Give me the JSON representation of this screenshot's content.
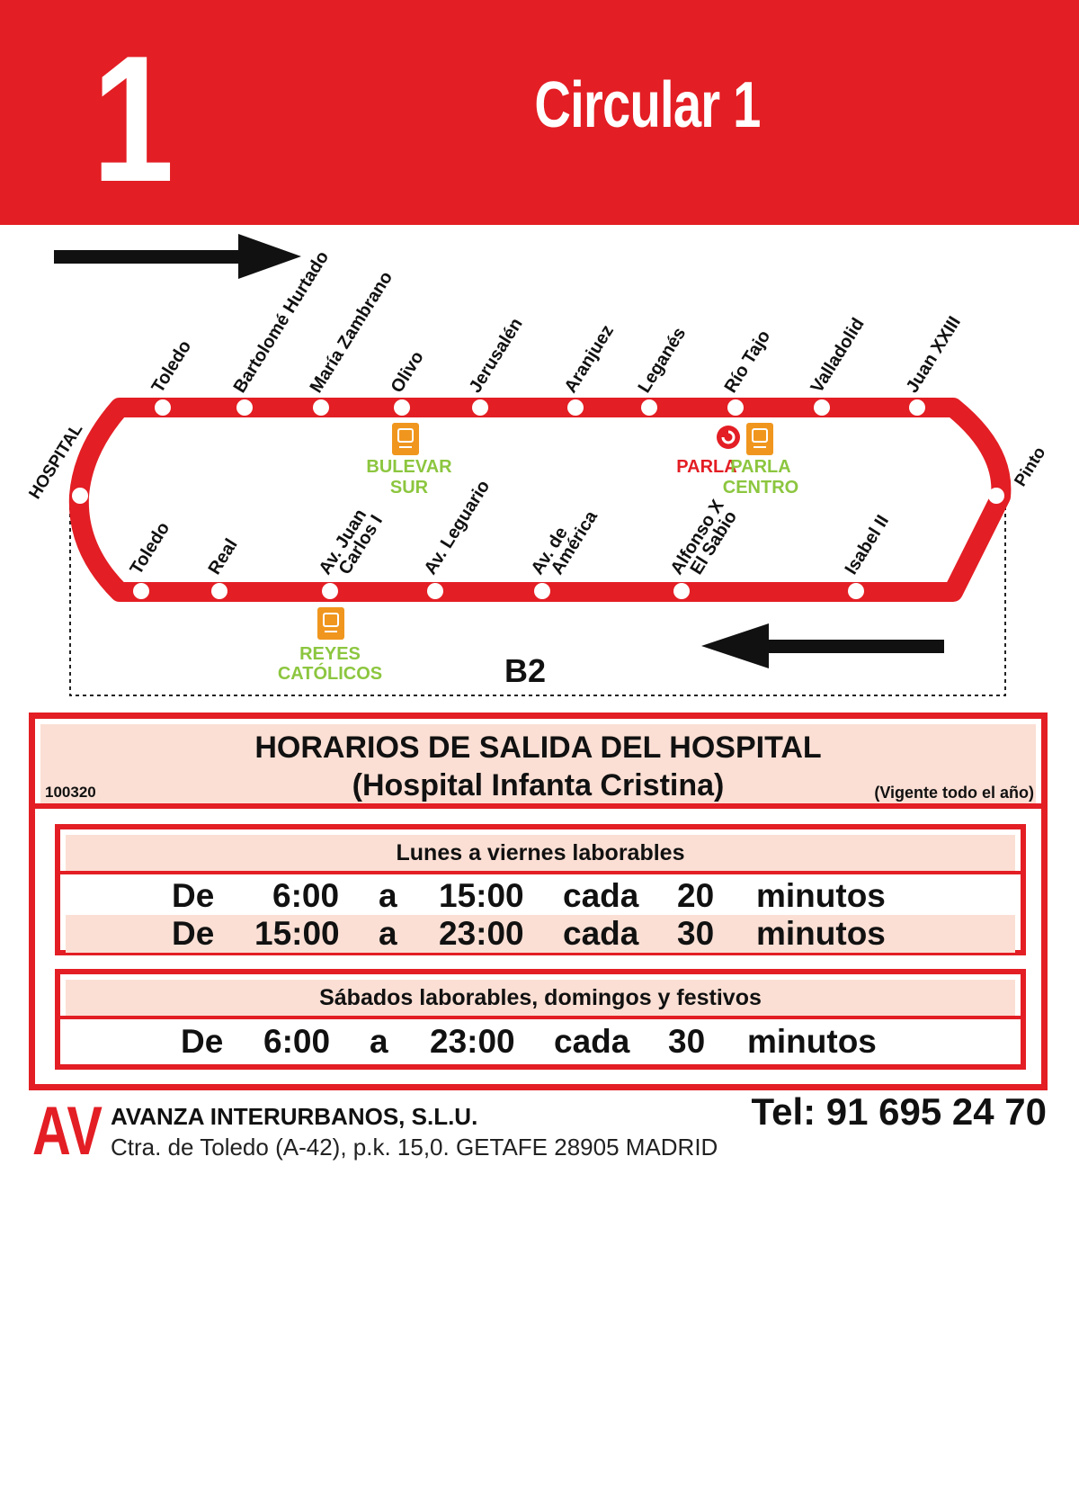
{
  "header": {
    "line_number": "1",
    "line_name": "Circular 1"
  },
  "map": {
    "top_stops": [
      "Toledo",
      "Bartolomé Hurtado",
      "María Zambrano",
      "Olivo",
      "Jerusalén",
      "Aranjuez",
      "Leganés",
      "Río Tajo",
      "Valladolid",
      "Juan XXIII"
    ],
    "bottom_stops": [
      [
        "Toledo"
      ],
      [
        "Real"
      ],
      [
        "Av. Juan",
        "Carlos I"
      ],
      [
        "Av. Leguario"
      ],
      [
        "Av. de",
        "América"
      ],
      [
        "Alfonso X",
        "El Sabio"
      ],
      [
        "Isabel II"
      ]
    ],
    "end_left": "HOSPITAL",
    "end_right": "Pinto",
    "transfers": {
      "bulevar_sur": [
        "BULEVAR",
        "SUR"
      ],
      "parla": "PARLA",
      "parla_centro": [
        "PARLA",
        "CENTRO"
      ],
      "reyes_catolicos": [
        "REYES",
        "CATÓLICOS"
      ]
    },
    "variant_label": "B2",
    "colors": {
      "route": "#e31e24",
      "tram_icon": "#f0961e",
      "tram_label": "#8cc63f",
      "cercanias": "#e31e24"
    }
  },
  "schedule": {
    "title": "HORARIOS DE SALIDA DEL HOSPITAL",
    "subtitle": "(Hospital Infanta Cristina)",
    "code": "100320",
    "validity": "(Vigente todo el año)",
    "weekday": {
      "heading": "Lunes a viernes laborables",
      "rows": [
        {
          "de": "De",
          "from": "6:00",
          "a": "a",
          "to": "15:00",
          "cada": "cada",
          "freq": "20",
          "unit": "minutos"
        },
        {
          "de": "De",
          "from": "15:00",
          "a": "a",
          "to": "23:00",
          "cada": "cada",
          "freq": "30",
          "unit": "minutos"
        }
      ]
    },
    "weekend": {
      "heading": "Sábados laborables, domingos y festivos",
      "rows": [
        {
          "de": "De",
          "from": "6:00",
          "a": "a",
          "to": "23:00",
          "cada": "cada",
          "freq": "30",
          "unit": "minutos"
        }
      ]
    }
  },
  "footer": {
    "logo": "AV",
    "company": "AVANZA INTERURBANOS, S.L.U.",
    "address": "Ctra. de Toledo (A-42), p.k. 15,0. GETAFE 28905 MADRID",
    "phone": "Tel: 91 695 24 70"
  }
}
